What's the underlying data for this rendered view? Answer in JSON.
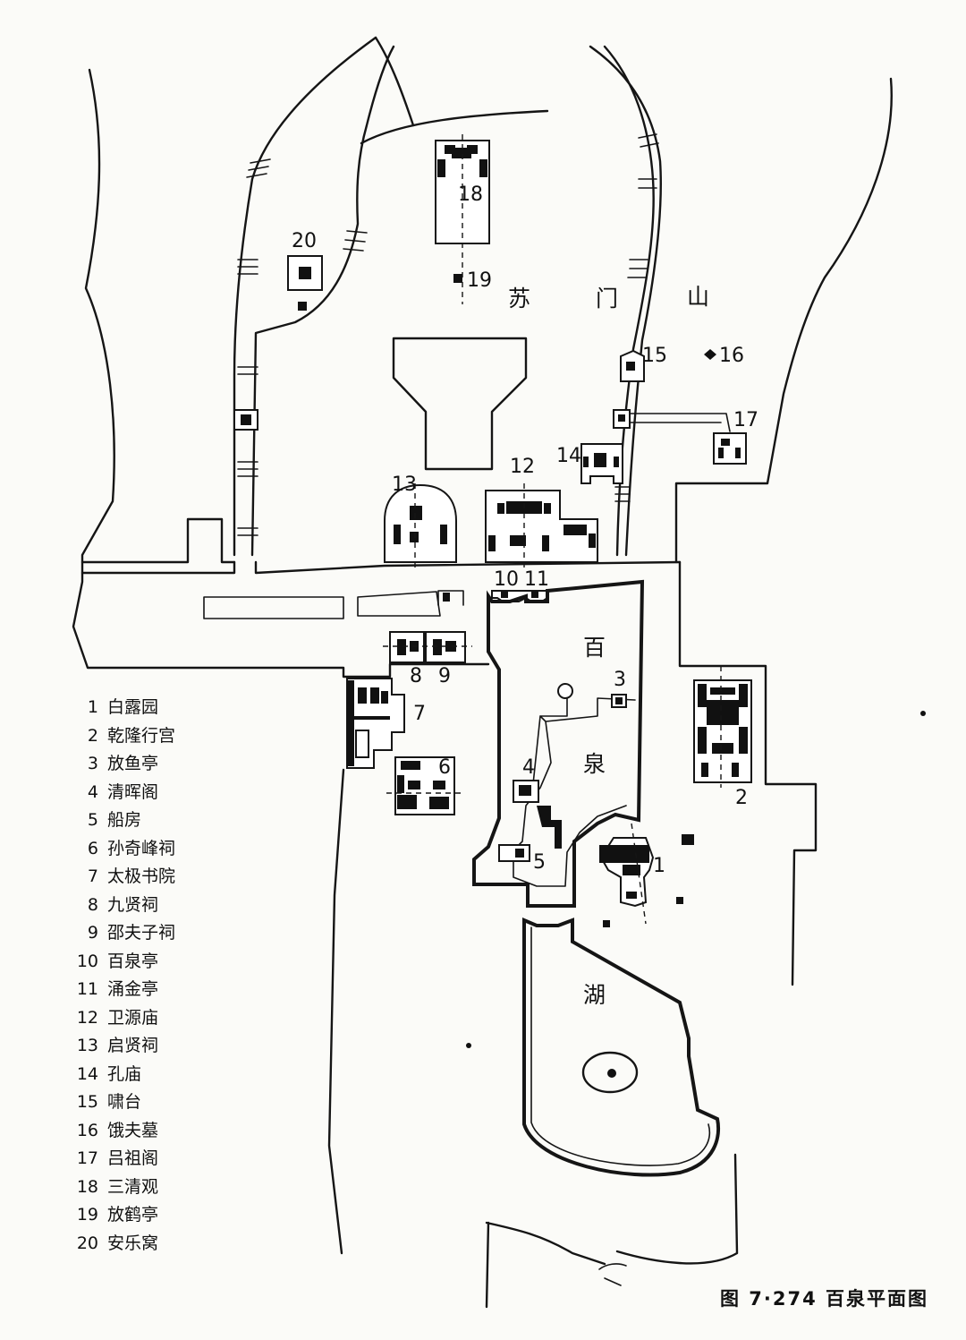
{
  "map": {
    "regions": {
      "su": "苏",
      "men": "门",
      "shan": "山",
      "bai": "百",
      "quan": "泉",
      "hu": "湖"
    },
    "markers": [
      "1",
      "2",
      "3",
      "4",
      "5",
      "6",
      "7",
      "8",
      "9",
      "10",
      "11",
      "12",
      "13",
      "14",
      "15",
      "16",
      "17",
      "18",
      "19",
      "20"
    ]
  },
  "legend": [
    {
      "num": "1",
      "name": "白露园"
    },
    {
      "num": "2",
      "name": "乾隆行宫"
    },
    {
      "num": "3",
      "name": "放鱼亭"
    },
    {
      "num": "4",
      "name": "清晖阁"
    },
    {
      "num": "5",
      "name": "船房"
    },
    {
      "num": "6",
      "name": "孙奇峰祠"
    },
    {
      "num": "7",
      "name": "太极书院"
    },
    {
      "num": "8",
      "name": "九贤祠"
    },
    {
      "num": "9",
      "name": "邵夫子祠"
    },
    {
      "num": "10",
      "name": "百泉亭"
    },
    {
      "num": "11",
      "name": "涌金亭"
    },
    {
      "num": "12",
      "name": "卫源庙"
    },
    {
      "num": "13",
      "name": "启贤祠"
    },
    {
      "num": "14",
      "name": "孔庙"
    },
    {
      "num": "15",
      "name": "啸台"
    },
    {
      "num": "16",
      "name": "饿夫墓"
    },
    {
      "num": "17",
      "name": "吕祖阁"
    },
    {
      "num": "18",
      "name": "三清观"
    },
    {
      "num": "19",
      "name": "放鹤亭"
    },
    {
      "num": "20",
      "name": "安乐窝"
    }
  ],
  "caption": "图 7·274 百泉平面图"
}
